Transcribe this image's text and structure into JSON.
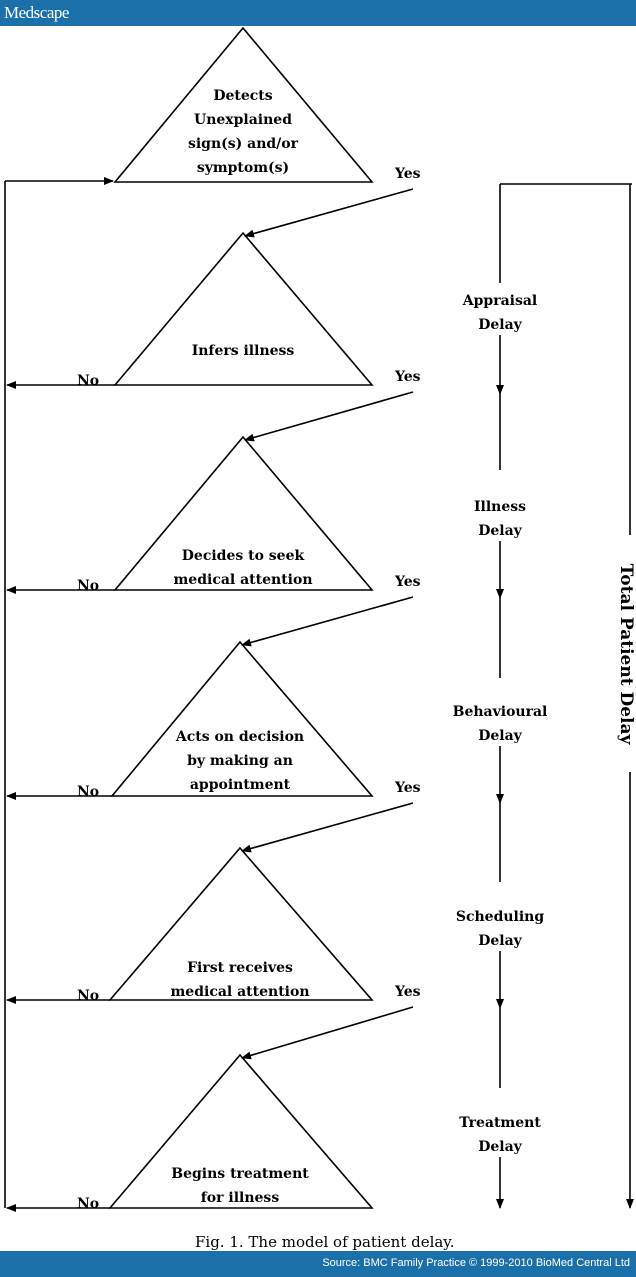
{
  "header": {
    "brand": "Medscape"
  },
  "footer": {
    "source": "Source: BMC Family Practice © 1999-2010 BioMed Central Ltd"
  },
  "diagram": {
    "steps": [
      {
        "lines": [
          "Detects",
          "Unexplained",
          "sign(s) and/or",
          "symptom(s)"
        ]
      },
      {
        "lines": [
          "Infers  illness"
        ]
      },
      {
        "lines": [
          "Decides to seek",
          "medical attention"
        ]
      },
      {
        "lines": [
          "Acts on decision",
          "by making an",
          "appointment"
        ]
      },
      {
        "lines": [
          "First receives",
          "medical attention"
        ]
      },
      {
        "lines": [
          "Begins treatment",
          "for illness"
        ]
      }
    ],
    "yes_label": "Yes",
    "no_label": "No",
    "delays": [
      {
        "lines": [
          "Appraisal",
          "Delay"
        ]
      },
      {
        "lines": [
          "Illness",
          "Delay"
        ]
      },
      {
        "lines": [
          "Behavioural",
          "Delay"
        ]
      },
      {
        "lines": [
          "Scheduling",
          "Delay"
        ]
      },
      {
        "lines": [
          "Treatment",
          "Delay"
        ]
      }
    ],
    "total_label": "Total Patient Delay",
    "caption": "Fig. 1. The model of patient delay."
  },
  "colors": {
    "bar": "#1c70aa",
    "ink": "#000000"
  }
}
